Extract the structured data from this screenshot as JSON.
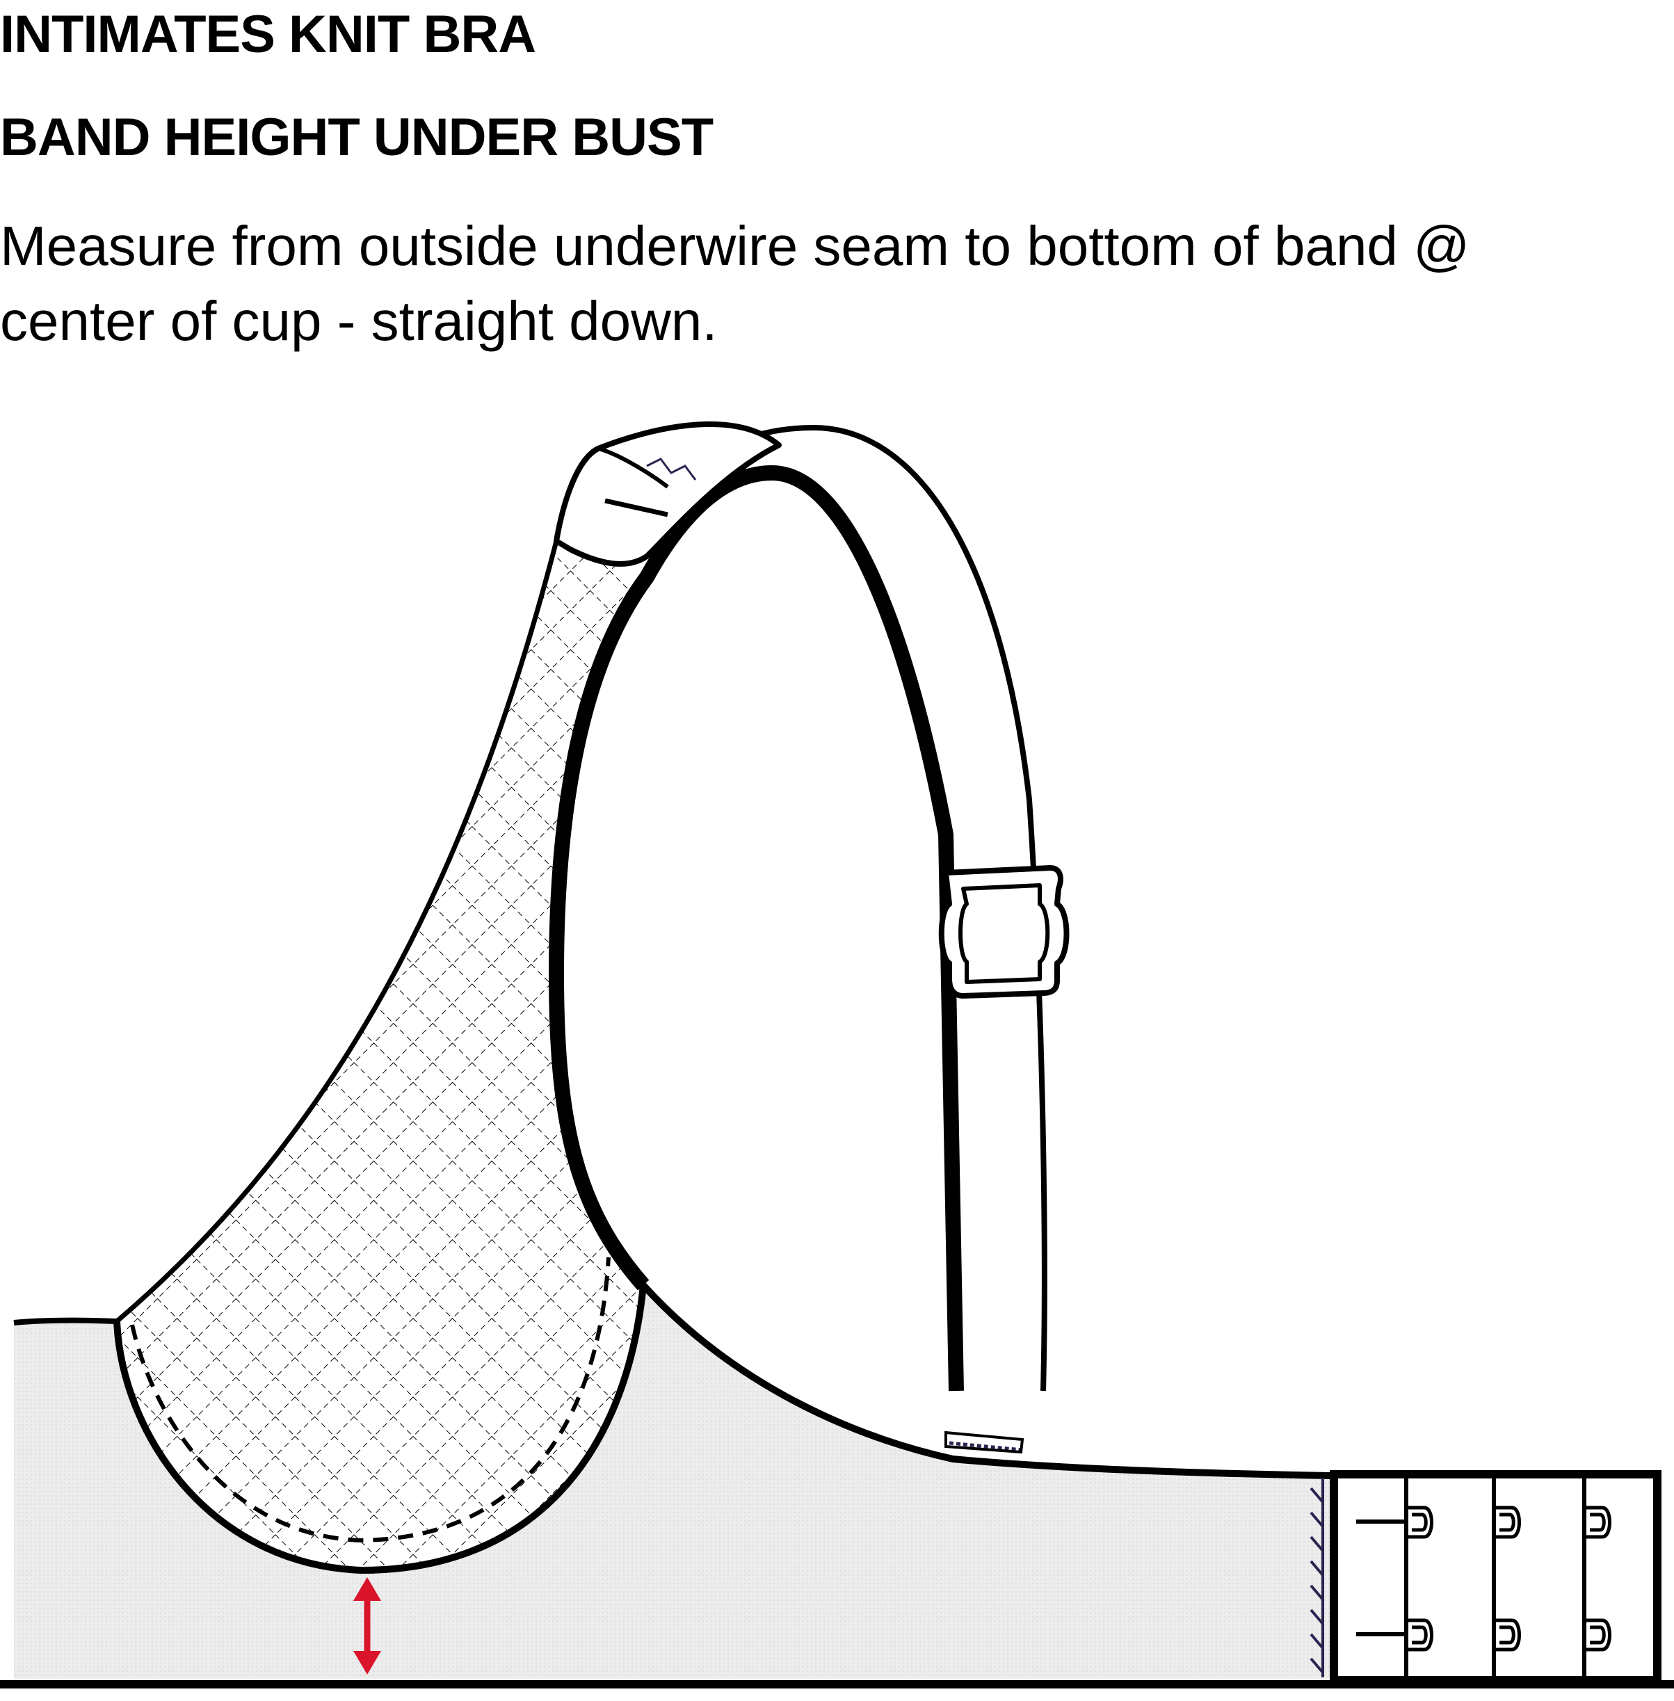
{
  "heading": {
    "product": "INTIMATES KNIT BRA",
    "measurement": "BAND HEIGHT UNDER BUST"
  },
  "instruction": {
    "line1": "Measure from outside underwire seam to bottom of band @",
    "line2": "center of cup - straight down."
  },
  "colors": {
    "outline": "#000000",
    "measure_arrow": "#d9142b",
    "band_fill": "#ececec",
    "stitch": "#2a2550"
  },
  "icons": {
    "measure_arrow": "double-headed-vertical-arrow",
    "hook_eye": "hook-and-eye-closure",
    "slider": "strap-adjuster-slider"
  }
}
